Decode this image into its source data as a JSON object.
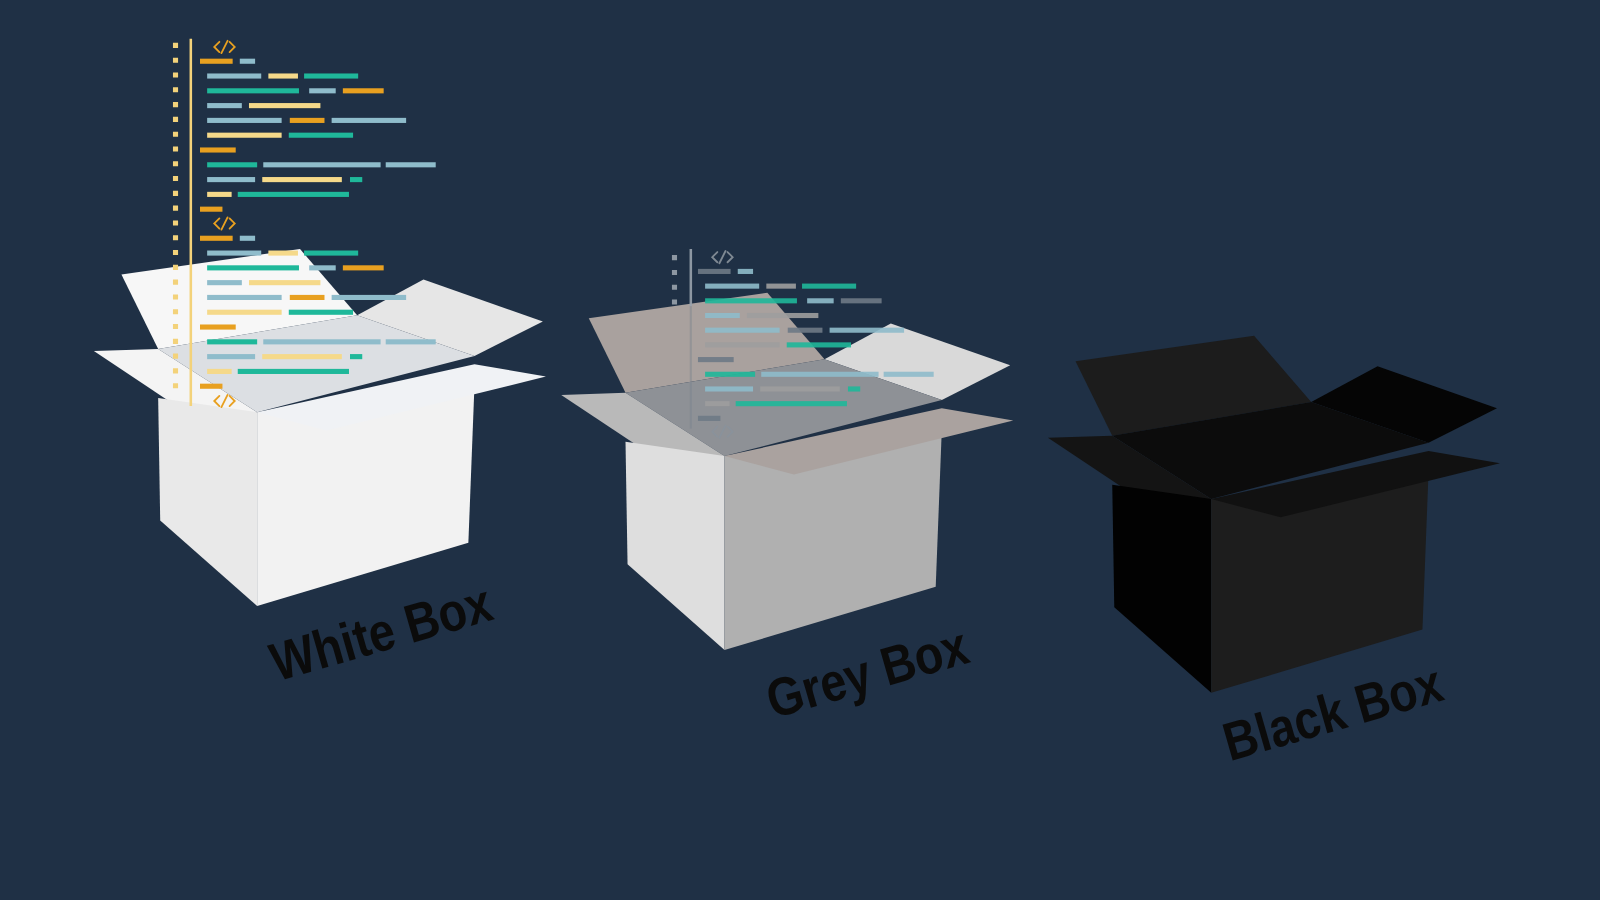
{
  "diagram": {
    "labels": [
      "White Box",
      "Grey Box",
      "Black Box"
    ]
  }
}
